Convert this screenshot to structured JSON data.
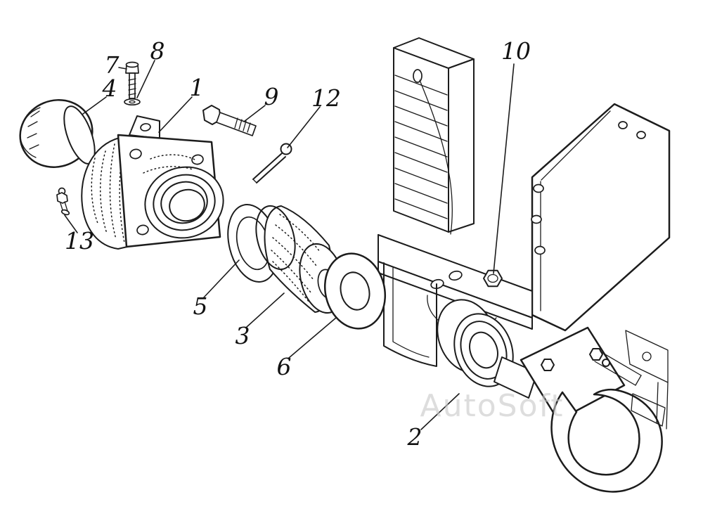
{
  "diagram": {
    "watermark": "AutoSoft",
    "callouts": {
      "n1": "1",
      "n2": "2",
      "n3": "3",
      "n4": "4",
      "n5": "5",
      "n6": "6",
      "n7": "7",
      "n8": "8",
      "n9": "9",
      "n10": "10",
      "n12": "12",
      "n13": "13"
    }
  }
}
